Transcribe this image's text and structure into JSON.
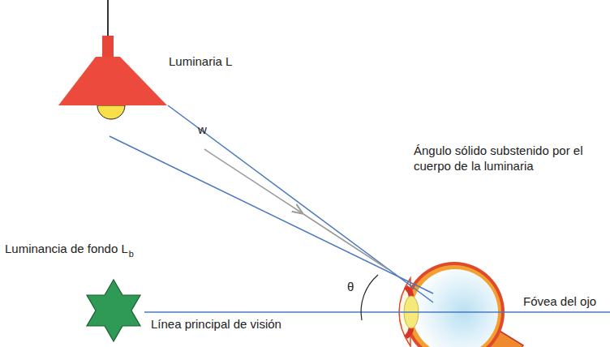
{
  "diagram": {
    "labels": [
      "Luminaria L",
      "w",
      "Ángulo sólido substenido por el cuerpo de la luminaria",
      "Luminancia de fondo L",
      "b",
      "θ",
      "Línea principal de visión",
      "Fóvea del ojo"
    ]
  }
}
